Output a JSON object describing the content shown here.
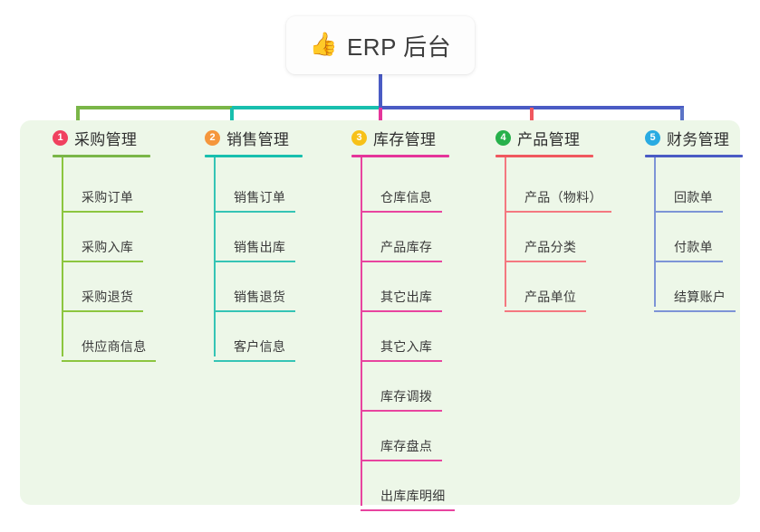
{
  "root": {
    "icon": "thumbs-up-icon",
    "icon_glyph": "👍",
    "title": "ERP 后台"
  },
  "palette": {
    "panel_bg": "#edf7e8",
    "trunk": "#4a5bc4",
    "connector_green": "#7ab648",
    "connector_teal": "#18bfae",
    "connector_blue": "#4a5bc4",
    "stub_pink": "#e5359a",
    "stub_red": "#f0585f",
    "stub_blue": "#5b74c6"
  },
  "columns": [
    {
      "number": "1",
      "badge_color": "#f0415f",
      "title": "采购管理",
      "rule_color": "#7ab648",
      "line_color": "#8cc63f",
      "rule_width": 108,
      "items": [
        {
          "label": "采购订单",
          "underline_width": 90
        },
        {
          "label": "采购入库",
          "underline_width": 90
        },
        {
          "label": "采购退货",
          "underline_width": 90
        },
        {
          "label": "供应商信息",
          "underline_width": 104
        }
      ]
    },
    {
      "number": "2",
      "badge_color": "#f5963c",
      "title": "销售管理",
      "rule_color": "#18bfae",
      "line_color": "#35c4b5",
      "rule_width": 108,
      "items": [
        {
          "label": "销售订单",
          "underline_width": 90
        },
        {
          "label": "销售出库",
          "underline_width": 90
        },
        {
          "label": "销售退货",
          "underline_width": 90
        },
        {
          "label": "客户信息",
          "underline_width": 90
        }
      ]
    },
    {
      "number": "3",
      "badge_color": "#f7c118",
      "title": "库存管理",
      "rule_color": "#e5359a",
      "line_color": "#e8449f",
      "rule_width": 108,
      "items": [
        {
          "label": "仓库信息",
          "underline_width": 90
        },
        {
          "label": "产品库存",
          "underline_width": 90
        },
        {
          "label": "其它出库",
          "underline_width": 90
        },
        {
          "label": "其它入库",
          "underline_width": 90
        },
        {
          "label": "库存调拨",
          "underline_width": 90
        },
        {
          "label": "库存盘点",
          "underline_width": 90
        },
        {
          "label": "出库库明细",
          "underline_width": 104
        }
      ]
    },
    {
      "number": "4",
      "badge_color": "#27b14b",
      "title": "产品管理",
      "rule_color": "#f0585f",
      "line_color": "#f47880",
      "rule_width": 108,
      "items": [
        {
          "label": "产品（物料）",
          "underline_width": 118
        },
        {
          "label": "产品分类",
          "underline_width": 90
        },
        {
          "label": "产品单位",
          "underline_width": 90
        }
      ]
    },
    {
      "number": "5",
      "badge_color": "#29abe2",
      "title": "财务管理",
      "rule_color": "#4a5bc4",
      "line_color": "#7d94d6",
      "rule_width": 108,
      "items": [
        {
          "label": "回款单",
          "underline_width": 76
        },
        {
          "label": "付款单",
          "underline_width": 76
        },
        {
          "label": "结算账户",
          "underline_width": 90
        }
      ]
    }
  ]
}
